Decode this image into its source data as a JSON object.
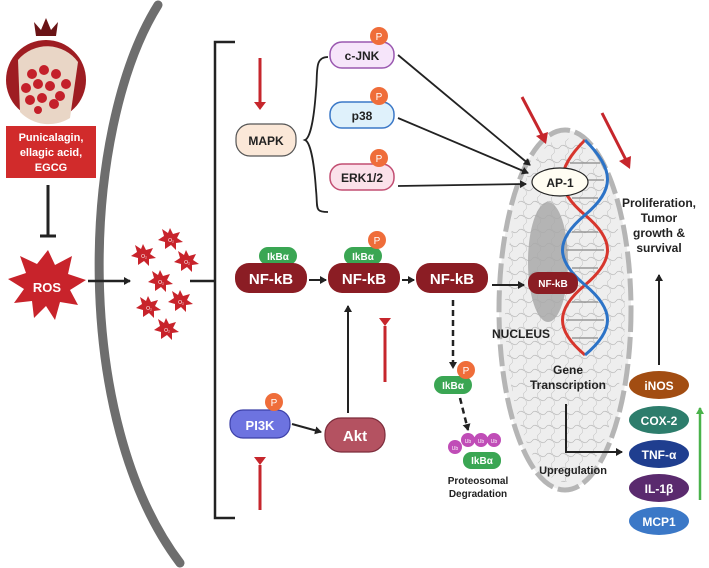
{
  "inhibitors": {
    "label_lines": [
      "Punicalagin,",
      "ellagic acid,",
      "EGCG"
    ],
    "fill": "#d12b2b"
  },
  "ros": {
    "label": "ROS",
    "fill": "#c8232b",
    "particle_label": "O₂"
  },
  "mapk": {
    "label": "MAPK",
    "members": [
      "c-JNK",
      "p38",
      "ERK1/2"
    ],
    "member_fills": [
      "#f6e5fa",
      "#dff1fb",
      "#fbe1ea"
    ]
  },
  "phospho_label": "P",
  "nfkb": {
    "label": "NF-kB",
    "ikba_label": "IkBα",
    "fill": "#8b1d24",
    "ikba_fill": "#3aa653"
  },
  "pi3k": {
    "label": "PI3K",
    "fill": "#6d73e0"
  },
  "akt": {
    "label": "Akt",
    "fill": "#b45261"
  },
  "ub_label": "Ub",
  "degradation_lines": [
    "Proteosomal",
    "Degradation"
  ],
  "nucleus": {
    "label": "NUCLEUS",
    "ap1_label": "AP-1",
    "nfkb_label": "NF-kB",
    "gene_transcription_lines": [
      "Gene",
      "Transcription"
    ]
  },
  "upregulation_label": "Upregulation",
  "outcome_lines": [
    "Proliferation,",
    "Tumor",
    "growth &",
    "survival"
  ],
  "targets": [
    {
      "label": "iNOS",
      "fill": "#a24d12"
    },
    {
      "label": "COX-2",
      "fill": "#2d7d6c"
    },
    {
      "label": "TNF-α",
      "fill": "#1f3e8f"
    },
    {
      "label": "IL-1β",
      "fill": "#5a2a6e"
    },
    {
      "label": "MCP1",
      "fill": "#3b78c7"
    }
  ],
  "colors": {
    "inhibit": "#c6262c",
    "arrow": "#222222",
    "up_arrow": "#49b24a",
    "phospho": "#ef6d3a",
    "membrane": "#6e6e6e"
  }
}
